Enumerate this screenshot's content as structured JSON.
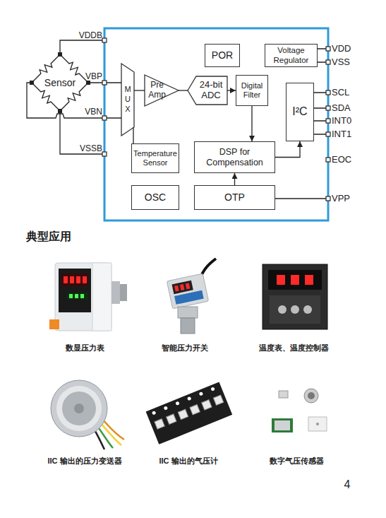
{
  "diagram": {
    "title": "典型应用",
    "nodes": [
      {
        "text": [
          "Sensor"
        ]
      },
      {
        "text": [
          "MUX"
        ]
      },
      {
        "text": [
          "Pre Amp"
        ]
      },
      {
        "text": [
          "24-bit ADC"
        ]
      },
      {
        "text": [
          "Digital Filter"
        ]
      },
      {
        "text": [
          "I²C"
        ]
      },
      {
        "text": [
          "POR"
        ]
      },
      {
        "text": [
          "Voltage Regulator"
        ]
      },
      {
        "text": [
          "Temperature Sensor"
        ]
      },
      {
        "text": [
          "DSP for Compensation"
        ]
      },
      {
        "text": [
          "OSC"
        ]
      },
      {
        "text": [
          "OTP"
        ]
      }
    ],
    "edges": [
      {
        "from": 0,
        "to": 1,
        "arrow": "none"
      },
      {
        "from": 0,
        "to": 1,
        "arrow": "none"
      },
      {
        "from": 1,
        "to": 2,
        "arrow": "none"
      },
      {
        "from": 2,
        "to": 3,
        "arrow": "none"
      },
      {
        "from": 3,
        "to": 4,
        "arrow": "to"
      },
      {
        "from": 8,
        "to": 1,
        "arrow": "none"
      },
      {
        "from": 4,
        "to": 9,
        "arrow": "to"
      },
      {
        "from": 9,
        "to": 5,
        "arrow": "to"
      },
      {
        "from": 11,
        "to": 9,
        "arrow": "to"
      }
    ],
    "labels": [
      "VDDB",
      "VBP",
      "VBN",
      "VSSB",
      "VDD",
      "VSS",
      "SCL",
      "SDA",
      "INT0",
      "INT1",
      "EOC",
      "VPP",
      "数显压力表",
      "智能压力开关",
      "温度表、温度控制器",
      "IIC 输出的压力变送器",
      "IIC 输出的气压计",
      "数字气压传感器",
      "4"
    ]
  }
}
